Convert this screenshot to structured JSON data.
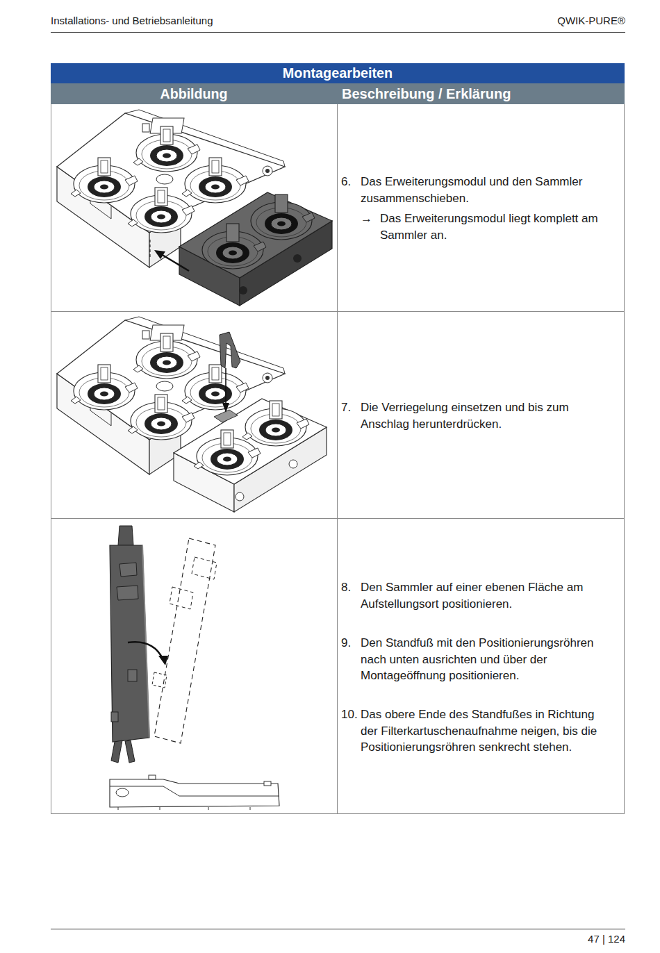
{
  "diagram": {
    "nodes": [
      {
        "text": [
          "Montagearbeiten"
        ]
      },
      {
        "text": [
          "Abbildung"
        ]
      },
      {
        "text": [
          "Beschreibung / Erklärung"
        ]
      },
      {
        "text": [
          "6.",
          "Das Erweiterungsmodul und den Sammler zusammenschieben.",
          "→",
          "Das Erweiterungsmodul liegt komplett am Sammler an."
        ]
      },
      {
        "text": [
          "7.",
          "Die Verriegelung einsetzen und bis zum Anschlag herunterdrücken."
        ]
      },
      {
        "text": [
          "8.",
          "Den Sammler auf einer ebenen Fläche am Aufstellungsort positionieren.",
          "9.",
          "Den Standfuß mit den Positionierungsröhren nach unten ausrichten und über der Montageöffnung positionieren.",
          "10.",
          "Das obere Ende des Standfußes in Richtung der Filterkartuschenaufnahme neigen, bis die Positionierungsröhren senkrecht stehen."
        ]
      }
    ],
    "labels": [
      "Installations- und Betriebsanleitung",
      "QWIK-PURE®",
      "47 | 124"
    ]
  }
}
